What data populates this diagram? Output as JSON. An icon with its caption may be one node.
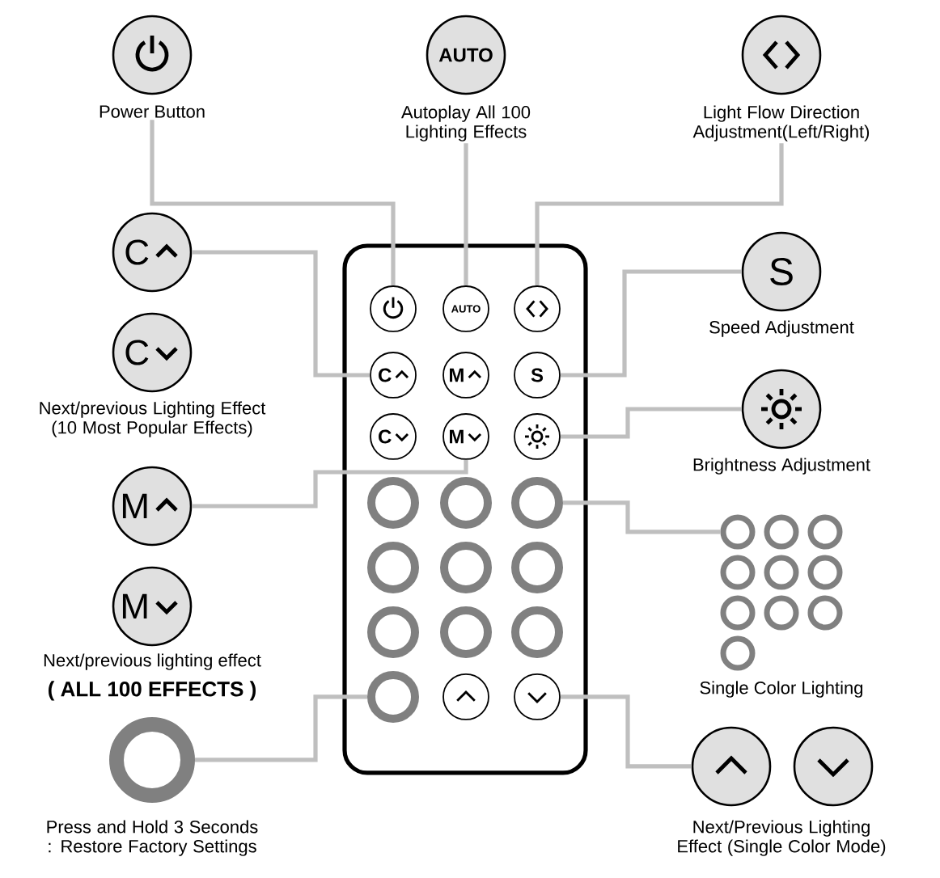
{
  "diagram": {
    "nodes": [
      {
        "text": [],
        "shape": "box"
      },
      {
        "text": [],
        "shape": "circle",
        "in": 0
      },
      {
        "text": [
          "AUTO"
        ],
        "in": 0
      },
      {
        "text": [],
        "shape": "circle",
        "in": 0
      },
      {
        "text": [
          "C"
        ],
        "in": 0
      },
      {
        "text": [
          "M"
        ],
        "in": 0
      },
      {
        "text": [
          "S"
        ],
        "in": 0
      },
      {
        "text": [
          "C"
        ],
        "in": 0
      },
      {
        "text": [
          "M"
        ],
        "in": 0
      },
      {
        "text": [],
        "shape": "circle",
        "in": 0
      },
      {
        "text": [],
        "shape": "circle",
        "in": 0
      },
      {
        "text": [],
        "shape": "circle",
        "in": 0
      },
      {
        "text": [],
        "shape": "circle",
        "in": 0
      },
      {
        "text": [],
        "shape": "circle",
        "in": 0
      },
      {
        "text": [],
        "shape": "circle",
        "in": 0
      },
      {
        "text": [],
        "shape": "circle",
        "in": 0
      },
      {
        "text": [],
        "shape": "circle",
        "in": 0
      },
      {
        "text": [],
        "shape": "circle",
        "in": 0
      },
      {
        "text": [],
        "shape": "circle",
        "in": 0
      },
      {
        "text": [],
        "shape": "circle",
        "in": 0
      },
      {
        "text": [],
        "shape": "circle",
        "in": 0
      },
      {
        "text": [],
        "shape": "circle",
        "in": 0
      },
      {
        "text": [],
        "shape": "circle",
        "beside": [
          "Power Button"
        ]
      },
      {
        "text": [
          "AUTO"
        ],
        "beside": [
          "Autoplay All 100 Lighting Effects"
        ]
      },
      {
        "text": [],
        "shape": "circle",
        "beside": [
          "Light Flow Direction Adjustment(Left/Right)"
        ]
      },
      {
        "text": [
          "C"
        ]
      },
      {
        "text": [
          "C"
        ]
      },
      {
        "text": [
          "M"
        ]
      },
      {
        "text": [
          "M"
        ],
        "beside": [
          "Next/previous lighting effect",
          "( ALL 100 EFFECTS )"
        ]
      },
      {
        "text": [],
        "shape": "circle",
        "beside": [
          "Press and Hold 3 Seconds : Restore Factory Settings"
        ]
      },
      {
        "text": [
          "S"
        ],
        "beside": [
          "Speed Adjustment"
        ]
      },
      {
        "text": [],
        "shape": "circle",
        "beside": [
          "Brightness Adjustment"
        ]
      },
      {
        "text": [],
        "shape": "circle"
      },
      {
        "text": [],
        "shape": "circle"
      },
      {
        "text": [],
        "shape": "circle"
      },
      {
        "text": [],
        "shape": "circle"
      },
      {
        "text": [],
        "shape": "circle"
      },
      {
        "text": [],
        "shape": "circle"
      },
      {
        "text": [],
        "shape": "circle"
      },
      {
        "text": [],
        "shape": "circle"
      },
      {
        "text": [],
        "shape": "circle"
      },
      {
        "text": [],
        "shape": "circle"
      },
      {
        "text": [],
        "shape": "circle"
      },
      {
        "text": [],
        "shape": "circle"
      }
    ],
    "edges": [
      {
        "from": 22,
        "to": 1,
        "arrow": "none"
      },
      {
        "from": 23,
        "to": 2,
        "arrow": "none"
      },
      {
        "from": 24,
        "to": 3,
        "arrow": "none"
      },
      {
        "from": 25,
        "to": 4,
        "arrow": "none"
      },
      {
        "from": 27,
        "to": 8,
        "arrow": "none"
      },
      {
        "from": 29,
        "to": 19,
        "arrow": "none"
      },
      {
        "from": 30,
        "to": 6,
        "arrow": "none"
      },
      {
        "from": 31,
        "to": 9,
        "arrow": "none"
      },
      {
        "from": 12,
        "to": 32,
        "arrow": "none"
      },
      {
        "from": 21,
        "to": 42,
        "arrow": "none"
      }
    ],
    "labels": [
      "Next/previous Lighting Effect (10 Most Popular Effects)",
      "Single Color Lighting",
      "Next/Previous Lighting Effect (Single Color Mode)"
    ]
  }
}
